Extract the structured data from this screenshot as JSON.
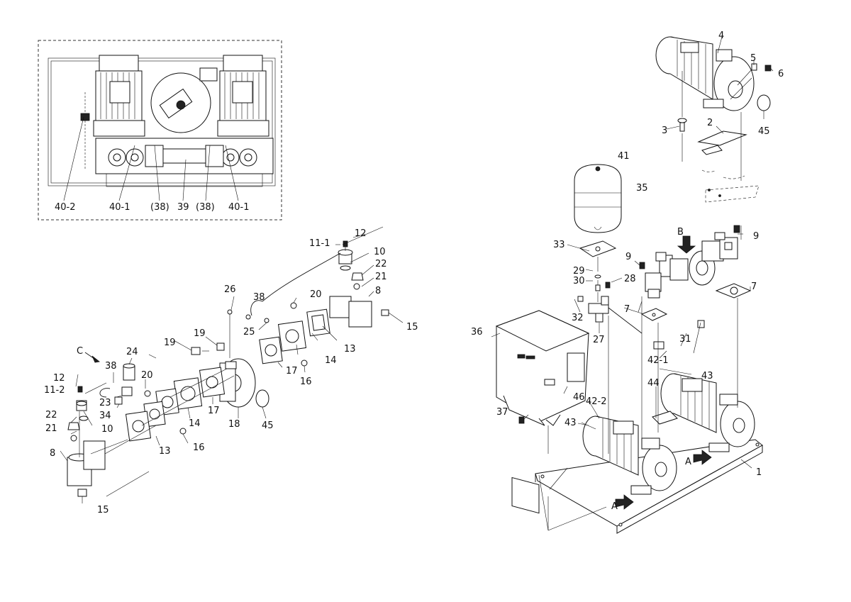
{
  "labels": {
    "inset": {
      "l40_2": "40-2",
      "l40_1_left": "40-1",
      "l38_left": "(38)",
      "l39": "39",
      "l38_right": "(38)",
      "l40_1_right": "40-1"
    },
    "left_assembly": {
      "l12_top": "12",
      "l11_1": "11-1",
      "l10_top": "10",
      "l22_top": "22",
      "l21_top": "21",
      "l8_top": "8",
      "l15_top": "15",
      "l13_top": "13",
      "l14_top": "14",
      "l16_top": "16",
      "l17_top": "17",
      "l20_top": "20",
      "l38_top": "38",
      "l25": "25",
      "l26": "26",
      "l19_a": "19",
      "l19_b": "19",
      "l17_mid": "17",
      "l14_mid": "14",
      "l18": "18",
      "l45_left": "45",
      "lC": "C",
      "l38_mid": "38",
      "l24": "24",
      "l20_mid": "20",
      "l23": "23",
      "l34": "34",
      "l12_bot": "12",
      "l11_2": "11-2",
      "l10_bot": "10",
      "l22_bot": "22",
      "l21_bot": "21",
      "l8_bot": "8",
      "l15_bot": "15",
      "l13_bot": "13",
      "l16_bot": "16"
    },
    "right_assembly": {
      "l4": "4",
      "l5": "5",
      "l6": "6",
      "l3": "3",
      "l2": "2",
      "l45_right": "45",
      "l41": "41",
      "l35": "35",
      "l33": "33",
      "lB": "B",
      "l9_right": "9",
      "l9_left": "9",
      "l29": "29",
      "l30": "30",
      "l28": "28",
      "l7_left": "7",
      "l7_right": "7",
      "l32": "32",
      "l27": "27",
      "l31": "31",
      "l36": "36",
      "l42_1": "42-1",
      "l43_right": "43",
      "l42_2": "42-2",
      "l44": "44",
      "l46": "46",
      "l37": "37",
      "l43_left": "43",
      "lA_right": "A",
      "lA_left": "A",
      "l1": "1"
    }
  }
}
